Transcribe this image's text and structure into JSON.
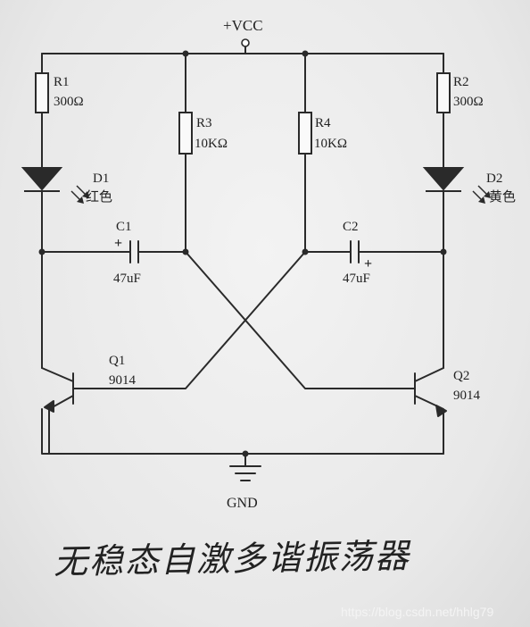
{
  "supply": "+VCC",
  "ground": "GND",
  "components": {
    "r1": {
      "ref": "R1",
      "value": "300Ω"
    },
    "r2": {
      "ref": "R2",
      "value": "300Ω"
    },
    "r3": {
      "ref": "R3",
      "value": "10KΩ"
    },
    "r4": {
      "ref": "R4",
      "value": "10KΩ"
    },
    "d1": {
      "ref": "D1",
      "color": "红色"
    },
    "d2": {
      "ref": "D2",
      "color": "黄色"
    },
    "c1": {
      "ref": "C1",
      "value": "47uF",
      "polarity": "+"
    },
    "c2": {
      "ref": "C2",
      "value": "47uF",
      "polarity": "+"
    },
    "q1": {
      "ref": "Q1",
      "part": "9014"
    },
    "q2": {
      "ref": "Q2",
      "part": "9014"
    }
  },
  "caption": "无稳态自激多谐振荡器",
  "watermark": "https://blog.csdn.net/hhlg79"
}
